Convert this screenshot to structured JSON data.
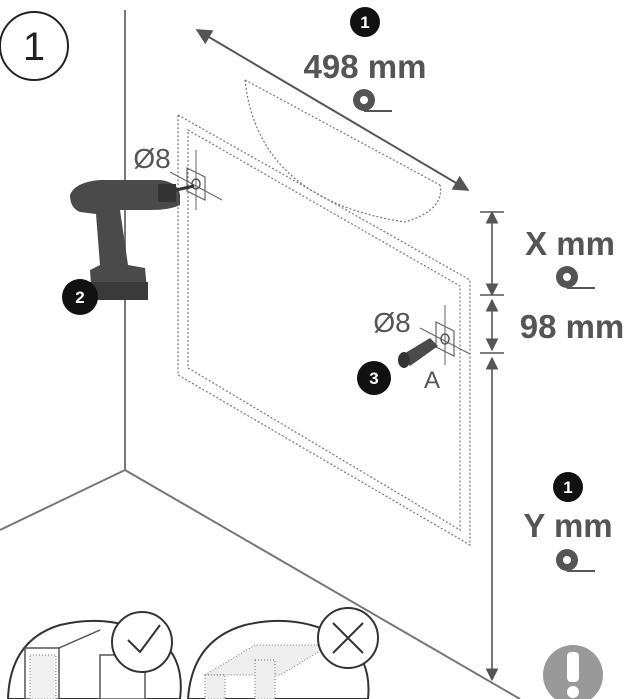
{
  "step": {
    "number": "1"
  },
  "width_dim": {
    "marker": "1",
    "text": "498 mm"
  },
  "x_dim": {
    "text": "X mm"
  },
  "gap_dim": {
    "text": "98 mm"
  },
  "y_dim": {
    "marker": "1",
    "text": "Y mm"
  },
  "hole_top": {
    "text": "Ø8"
  },
  "hole_side": {
    "text": "Ø8"
  },
  "drill": {
    "marker": "2"
  },
  "anchor": {
    "marker": "3",
    "label": "A"
  },
  "colors": {
    "line": "#555555",
    "dark": "#111111",
    "tool": "#4a4a4a"
  }
}
